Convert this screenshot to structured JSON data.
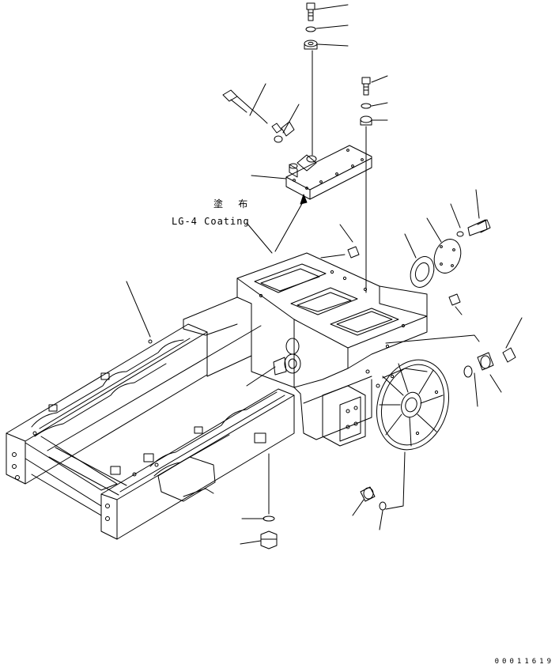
{
  "annotations": {
    "coating_cjk": "塗 布",
    "coating_en": "LG-4 Coating"
  },
  "drawing_number": "00011619",
  "colors": {
    "ink": "#000000",
    "paper": "#ffffff"
  },
  "icons": {
    "arrow": "arrowhead-icon"
  }
}
